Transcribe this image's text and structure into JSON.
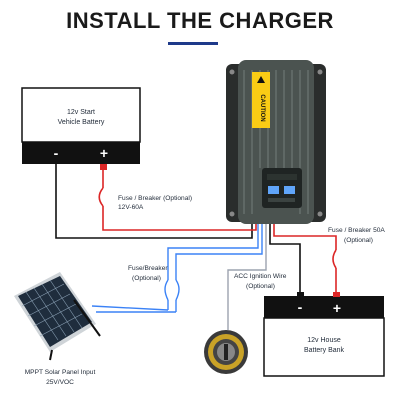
{
  "title": "INSTALL THE CHARGER",
  "start_battery": {
    "line1": "12v Start",
    "line2": "Vehicle Battery",
    "neg": "-",
    "pos": "+"
  },
  "fuse_start": {
    "line1": "Fuse / Breaker (Optional)",
    "line2": "12V-60A"
  },
  "fuse_house": {
    "line1": "Fuse / Breaker 50A",
    "line2": "(Optional)"
  },
  "fuse_solar": {
    "line1": "Fuse/Breaker",
    "line2": "(Optional)"
  },
  "acc_wire": {
    "line1": "ACC Ignition Wire",
    "line2": "(Optional)"
  },
  "house_battery": {
    "line1": "12v House",
    "line2": "Battery Bank",
    "neg": "-",
    "pos": "+"
  },
  "solar_panel": {
    "line1": "MPPT Solar Panel Input",
    "line2": "25V/VOC"
  },
  "charger": {
    "caution": "CAUTION"
  },
  "colors": {
    "title_rule": "#1e3a8a",
    "positive_wire": "#dc2626",
    "negative_wire": "#111111",
    "solar_wire": "#3b82f6",
    "acc_wire": "#9ca3af",
    "charger_body": "#4b5350",
    "charger_bracket": "#2a2d2c"
  }
}
